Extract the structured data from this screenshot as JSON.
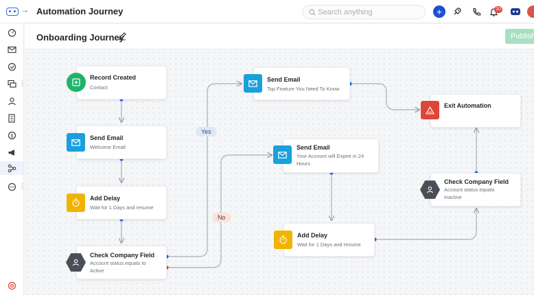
{
  "header": {
    "app_title": "Automation Journey",
    "search_placeholder": "Search anything",
    "notification_count": "10"
  },
  "subheader": {
    "page_title": "Onboarding Journey",
    "publish_label": "Publish"
  },
  "sidebar": {
    "items": [
      {
        "icon": "dashboard-icon"
      },
      {
        "icon": "mail-icon"
      },
      {
        "icon": "check-circle-icon"
      },
      {
        "icon": "chat-icon"
      },
      {
        "icon": "user-icon"
      },
      {
        "icon": "building-icon"
      },
      {
        "icon": "dollar-icon"
      },
      {
        "icon": "megaphone-icon"
      },
      {
        "icon": "workflow-icon"
      },
      {
        "icon": "more-icon"
      }
    ]
  },
  "flow": {
    "nodes": [
      {
        "id": "record-created",
        "title": "Record Created",
        "subtitle": "Contact",
        "color": "#1fb36b",
        "icon": "plus-square-icon"
      },
      {
        "id": "send-email-welcome",
        "title": "Send Email",
        "subtitle": "Welcome Email",
        "color": "#1aa0dd",
        "icon": "mail-icon"
      },
      {
        "id": "add-delay-1",
        "title": "Add Delay",
        "subtitle": "Wait for 1 Days and resume",
        "color": "#f0b400",
        "icon": "timer-icon"
      },
      {
        "id": "check-company-1",
        "title": "Check Company Field",
        "subtitle": "Account status equals to Active",
        "color": "#4a4f57",
        "icon": "user-icon"
      },
      {
        "id": "send-email-feature",
        "title": "Send Email",
        "subtitle": "Top Feature You Need To Know",
        "color": "#1aa0dd",
        "icon": "mail-icon"
      },
      {
        "id": "send-email-expire",
        "title": "Send Email",
        "subtitle": "Your Account will Expire in 24 Hours",
        "color": "#1aa0dd",
        "icon": "mail-icon"
      },
      {
        "id": "add-delay-2",
        "title": "Add Delay",
        "subtitle": "Wait for 1 Days and resume",
        "color": "#f0b400",
        "icon": "timer-icon"
      },
      {
        "id": "exit-automation",
        "title": "Exit Automation",
        "subtitle": "",
        "color": "#e0453a",
        "icon": "warning-icon"
      },
      {
        "id": "check-company-2",
        "title": "Check Company Field",
        "subtitle": "Account status equals Inactive",
        "color": "#4a4f57",
        "icon": "user-icon"
      }
    ],
    "branch_yes": "Yes",
    "branch_no": "No"
  },
  "colors": {
    "accent": "#1d4ed8",
    "yes_dot": "#2563eb",
    "no_dot": "#e0453a",
    "connector": "#b3b8bf"
  }
}
